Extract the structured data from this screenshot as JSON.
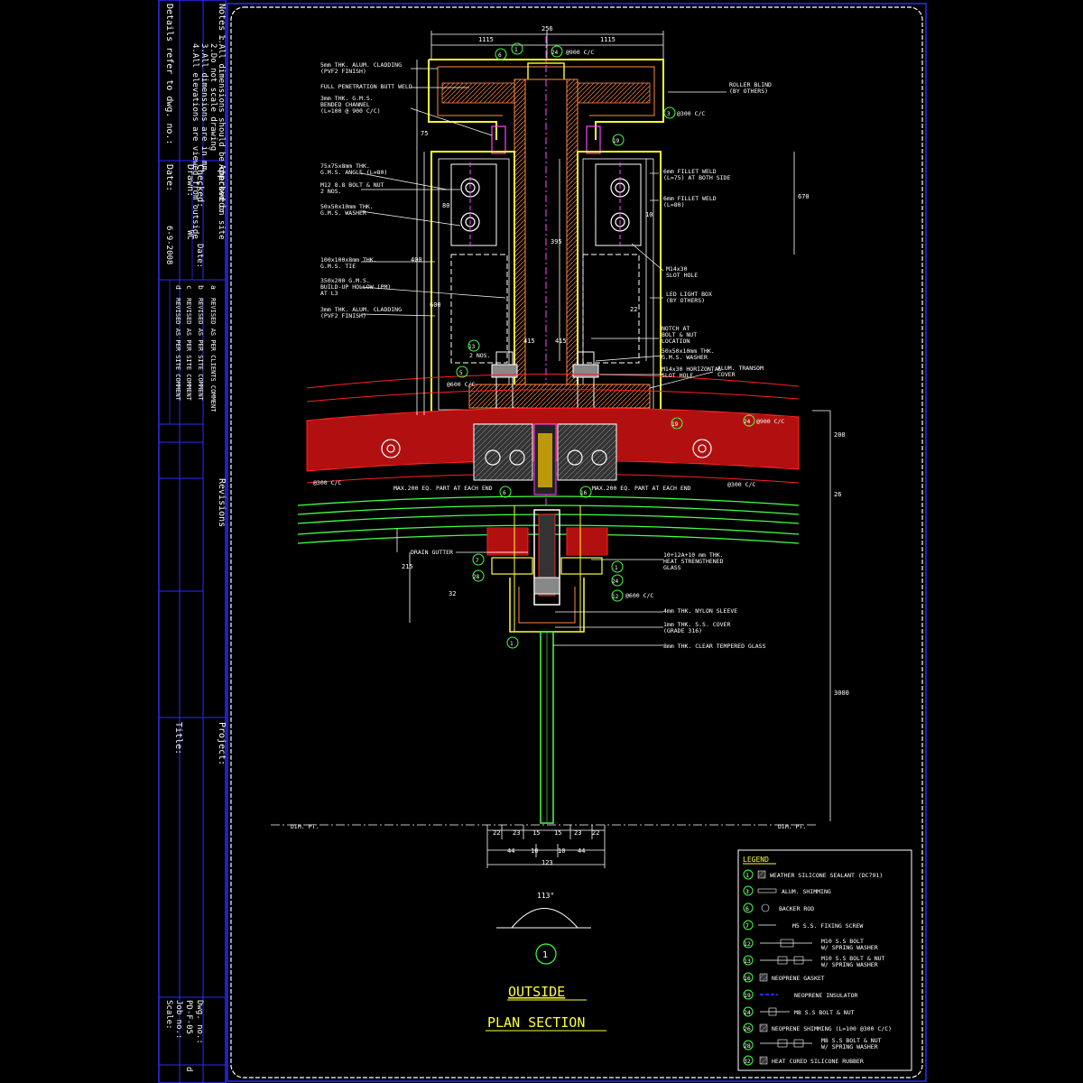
{
  "title_block": {
    "notes_title": "Notes :",
    "notes": [
      "1.All dimensions should be checked on site",
      "2.Do not scale drawing",
      "3.All dimensions are in mm",
      "4.All elevations are viewed from outside"
    ],
    "details_ref": "Details refer to dwg. no.:",
    "approved_label": "Approved:",
    "checked_label": "Checked:",
    "drawn_label": "Drawn:",
    "drawn_value": "WC",
    "date_label_1": "Date:",
    "date_label_2": "Date:",
    "date_label_3": "Date:",
    "date_value": "6-9-2008",
    "revisions": [
      {
        "rev": "a",
        "desc": "REVISED AS PER CLIENTS COMMENT"
      },
      {
        "rev": "b",
        "desc": "REVISED AS PER SITE COMMENT"
      },
      {
        "rev": "c",
        "desc": "REVISED AS PER SITE COMMENT"
      },
      {
        "rev": "d",
        "desc": "REVISED AS PER SITE COMMENT"
      }
    ],
    "revisions_label": "Revisions",
    "project_label": "Project:",
    "title_label": "Title:",
    "dwg_no_label": "Dwg. no.:",
    "dwg_no_value": "PD-F-05",
    "job_no_label": "Job no.:",
    "scale_label": "Scale:",
    "rev_value": "d"
  },
  "drawing": {
    "dims": {
      "top_total": "256",
      "top_left": "1115",
      "top_right": "1115",
      "mid_vert": "395",
      "right_670": "670",
      "right_10": "10",
      "right_22": "22",
      "left_400": "400",
      "left_600": "600",
      "left_75": "75",
      "left_80": "80",
      "left_26": "26",
      "left_215": "215",
      "left_32": "32",
      "mid_415a": "415",
      "mid_415b": "415",
      "right_200": "200",
      "right_3000": "3000",
      "bot_22a": "22",
      "bot_23": "23",
      "bot_15a": "15",
      "bot_15b": "15",
      "bot_23b": "23",
      "bot_22b": "22",
      "bot_44a": "44",
      "bot_10a": "10",
      "bot_10b": "10",
      "bot_44b": "44",
      "bot_123": "123",
      "angle": "113°"
    },
    "labels_left": [
      "5mm THK. ALUM. CLADDING",
      "(PVF2 FINISH)",
      "FULL PENETRATION BUTT WELD",
      "3mm THK. G.M.S.",
      "BENDED CHANNEL",
      "(L=100 @ 900 C/C)",
      "75x75x8mm THK.",
      "G.M.S. ANGLE (L=80)",
      "M12 8.8 BOLT & NUT",
      "2 NOS.",
      "50x50x10mm THK.",
      "G.M.S. WASHER",
      "100x100x8mm THK.",
      "G.M.S. TIE",
      "350x200 G.M.S.",
      "BUILD-UP HOLLOW (PM)",
      "AT L3",
      "3mm THK. ALUM. CLADDING",
      "(PVF2 FINISH)"
    ],
    "labels_right": [
      "ROLLER BLIND",
      "(BY OTHERS)",
      "6mm FILLET WELD",
      "(L=75) AT BOTH SIDE",
      "6mm FILLET WELD",
      "(L=80)",
      "M14x30",
      "SLOT HOLE",
      "LED LIGHT BOX",
      "(BY OTHERS)",
      "NOTCH AT",
      "BOLT & NUT",
      "LOCATION",
      "50x50x10mm THK.",
      "G.M.S. WASHER",
      "M14x30 HORIZONTAL",
      "SLOT HOLE",
      "ALUM. TRANSOM",
      "COVER"
    ],
    "callouts": {
      "c_900_top": "@900 C/C",
      "c_300_right": "@300 C/C",
      "c_2nos": "2 NOS.",
      "c_600_left": "@600 C/C",
      "c_900_right": "@900 C/C",
      "c_300_lower_left": "@300 C/C",
      "c_300_lower_right": "@300 C/C",
      "maxleft": "MAX.200 EQ. PART AT EACH END",
      "maxright": "MAX.200 EQ. PART AT EACH END",
      "drain": "DRAIN GUTTER",
      "glass1": "10+12A+10 mm THK.",
      "glass2": "HEAT STRENGTHENED",
      "glass3": "GLASS",
      "c_600_b": "@600 C/C",
      "nylon": "4mm THK. NYLON SLEEVE",
      "ss1": "1mm THK. S.S. COVER",
      "ss2": "(GRADE 316)",
      "clear": "8mm THK. CLEAR TEMPERED GLASS",
      "dimpt_left": "DIM. PT.",
      "dimpt_right": "DIM. PT."
    },
    "markers": {
      "m1": "1",
      "m6": "6",
      "m24": "24",
      "m3": "3",
      "m19": "19",
      "m13": "13",
      "m5": "5",
      "m19b": "19",
      "m24b": "24",
      "m6b": "6",
      "m16": "16",
      "m7": "7",
      "m28": "28",
      "m1b": "1",
      "m24c": "24",
      "m12": "12",
      "m1c": "1"
    },
    "outside_label": "OUTSIDE",
    "section_title": "PLAN SECTION",
    "section_marker": "1"
  },
  "legend": {
    "title": "LEGEND",
    "items": [
      {
        "num": "1",
        "text": "WEATHER SILICONE SEALANT (DC791)"
      },
      {
        "num": "3",
        "text": "ALUM. SHIMMING"
      },
      {
        "num": "6",
        "text": "BACKER ROD"
      },
      {
        "num": "7",
        "text": "M5 S.S. FIXING SCREW"
      },
      {
        "num": "12",
        "text": "M10 S.S BOLT",
        "text2": "W/ SPRING WASHER"
      },
      {
        "num": "13",
        "text": "M10 S.S BOLT & NUT",
        "text2": "W/ SPRING WASHER"
      },
      {
        "num": "16",
        "text": "NEOPRENE GASKET"
      },
      {
        "num": "19",
        "text": "NEOPRENE INSULATOR"
      },
      {
        "num": "24",
        "text": "M8 S.S BOLT & NUT"
      },
      {
        "num": "26",
        "text": "NEOPRENE SHIMMING (L=100 @300 C/C)"
      },
      {
        "num": "28",
        "text": "M8 S.S BOLT & NUT",
        "text2": "W/ SPRING WASHER"
      },
      {
        "num": "32",
        "text": "HEAT CURED SILICONE RUBBER"
      }
    ]
  },
  "colors": {
    "background": "#000000",
    "border": "#0000ff",
    "frame_white": "#ffffff",
    "yellow": "#ffff33",
    "green": "#44ff44",
    "red": "#ff2020",
    "magenta": "#ff44ff",
    "cyan": "#00ffff"
  }
}
